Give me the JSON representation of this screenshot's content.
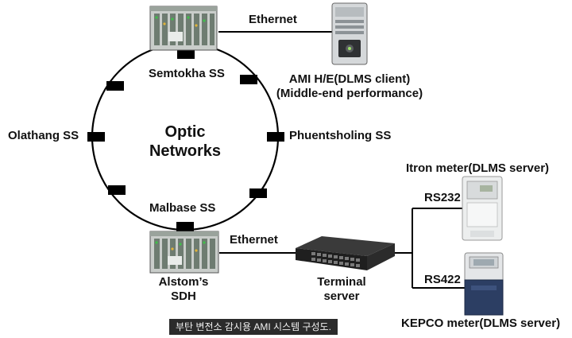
{
  "ring": {
    "title_line1": "Optic",
    "title_line2": "Networks",
    "nodes": {
      "top": "Semtokha SS",
      "left": "Olathang SS",
      "right": "Phuentsholing SS",
      "bottom": "Malbase SS"
    }
  },
  "links": {
    "top_ethernet": "Ethernet",
    "bottom_ethernet": "Ethernet",
    "rs232": "RS232",
    "rs422": "RS422"
  },
  "devices": {
    "head_end_line1": "AMI H/E(DLMS client)",
    "head_end_line2": "(Middle-end performance)",
    "sdh_line1": "Alstom’s",
    "sdh_line2": "SDH",
    "terminal_line1": "Terminal",
    "terminal_line2": "server",
    "itron_meter": "Itron meter(DLMS server)",
    "kepco_meter": "KEPCO meter(DLMS server)"
  },
  "caption": "부탄 변전소 감시용 AMI 시스템 구성도."
}
